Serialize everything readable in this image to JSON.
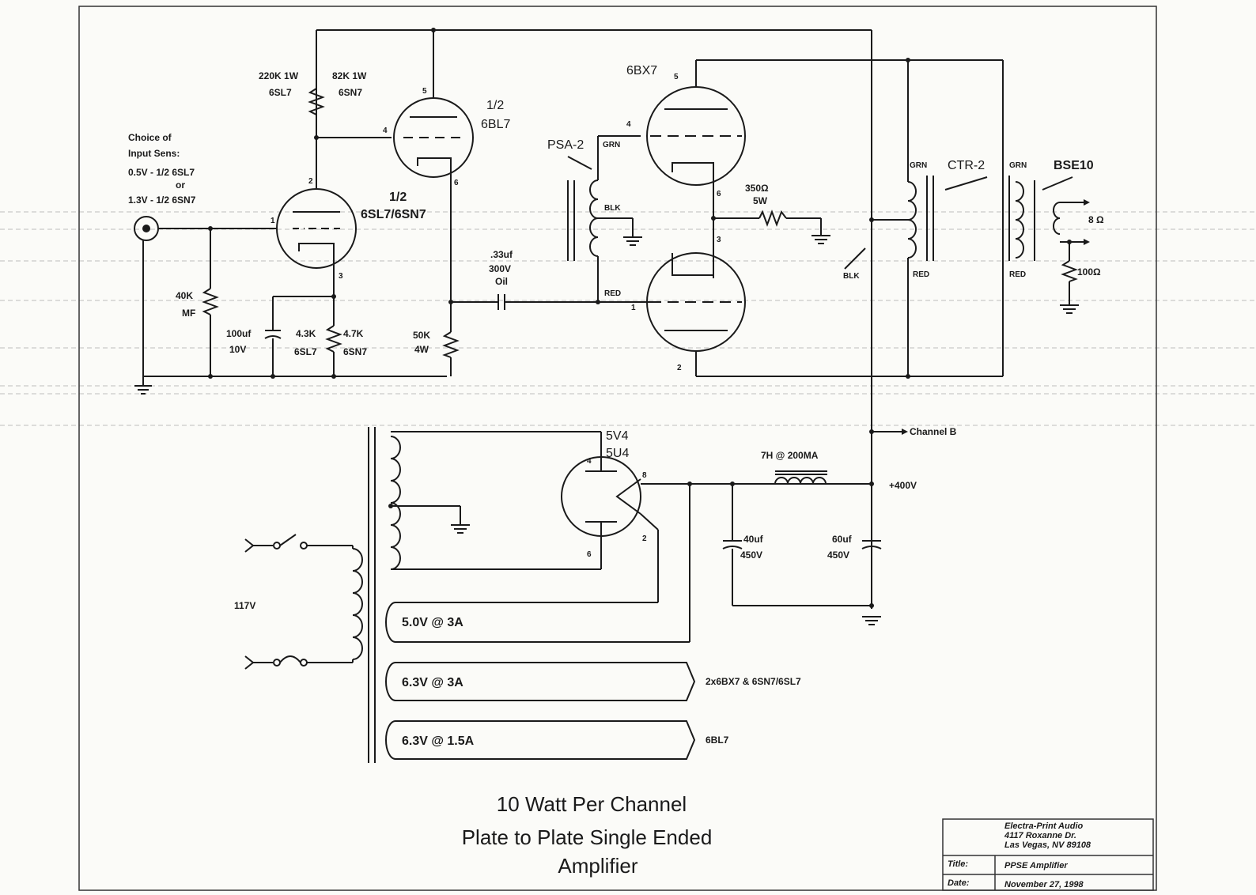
{
  "labels": {
    "r1": "220K 1W",
    "r1b": "6SL7",
    "r2": "82K 1W",
    "r2b": "6SN7",
    "choice1": "Choice of",
    "choice2": "Input Sens:",
    "choice3": "0.5V - 1/2 6SL7",
    "choice4": "or",
    "choice5": "1.3V - 1/2 6SN7",
    "v1a": "1/2",
    "v1b": "6BL7",
    "v2a": "1/2",
    "v2b": "6SL7/6SN7",
    "r40k": "40K",
    "rmf": "MF",
    "c100": "100uf",
    "c100v": "10V",
    "r43": "4.3K",
    "r43b": "6SL7",
    "r47": "4.7K",
    "r47b": "6SN7",
    "r50k": "50K",
    "r50w": "4W",
    "c33": ".33uf",
    "c33v": "300V",
    "c33t": "Oil",
    "psa": "PSA-2",
    "grn1": "GRN",
    "blk1": "BLK",
    "red1": "RED",
    "v6bx7": "6BX7",
    "r350": "350Ω",
    "r350w": "5W",
    "grn2": "GRN",
    "ctr": "CTR-2",
    "grn3": "GRN",
    "bse": "BSE10",
    "ohm8": "8 Ω",
    "ohm100": "100Ω",
    "blk2": "BLK",
    "red2": "RED",
    "red3": "RED",
    "channelb": "Channel B",
    "rect1": "5V4",
    "rect2": "5U4",
    "choke": "7H @ 200MA",
    "b400": "+400V",
    "c40": "40uf",
    "c40v": "450V",
    "c60": "60uf",
    "c60v": "450V",
    "mains": "117V",
    "tap1": "5.0V @ 3A",
    "tap2": "6.3V @ 3A",
    "tap3": "6.3V @ 1.5A",
    "dest2": "2x6BX7 & 6SN7/6SL7",
    "dest3": "6BL7"
  },
  "pins": {
    "p5a": "5",
    "p4a": "4",
    "p6a": "6",
    "p2b": "2",
    "p1b": "1",
    "p3b": "3",
    "p5c": "5",
    "p4c": "4",
    "p6c": "6",
    "p3d": "3",
    "p1d": "1",
    "p2d": "2",
    "p4r": "4",
    "p8r": "8",
    "p6r": "6",
    "p2r": "2"
  },
  "title": {
    "line1": "10 Watt Per Channel",
    "line2": "Plate to Plate Single Ended",
    "line3": "Amplifier"
  },
  "title_block": {
    "company1": "Electra-Print Audio",
    "company2": "4117 Roxanne Dr.",
    "company3": "Las Vegas, NV 89108",
    "title_label": "Title:",
    "title_value": "PPSE Amplifier",
    "date_label": "Date:",
    "date_value": "November 27, 1998"
  }
}
